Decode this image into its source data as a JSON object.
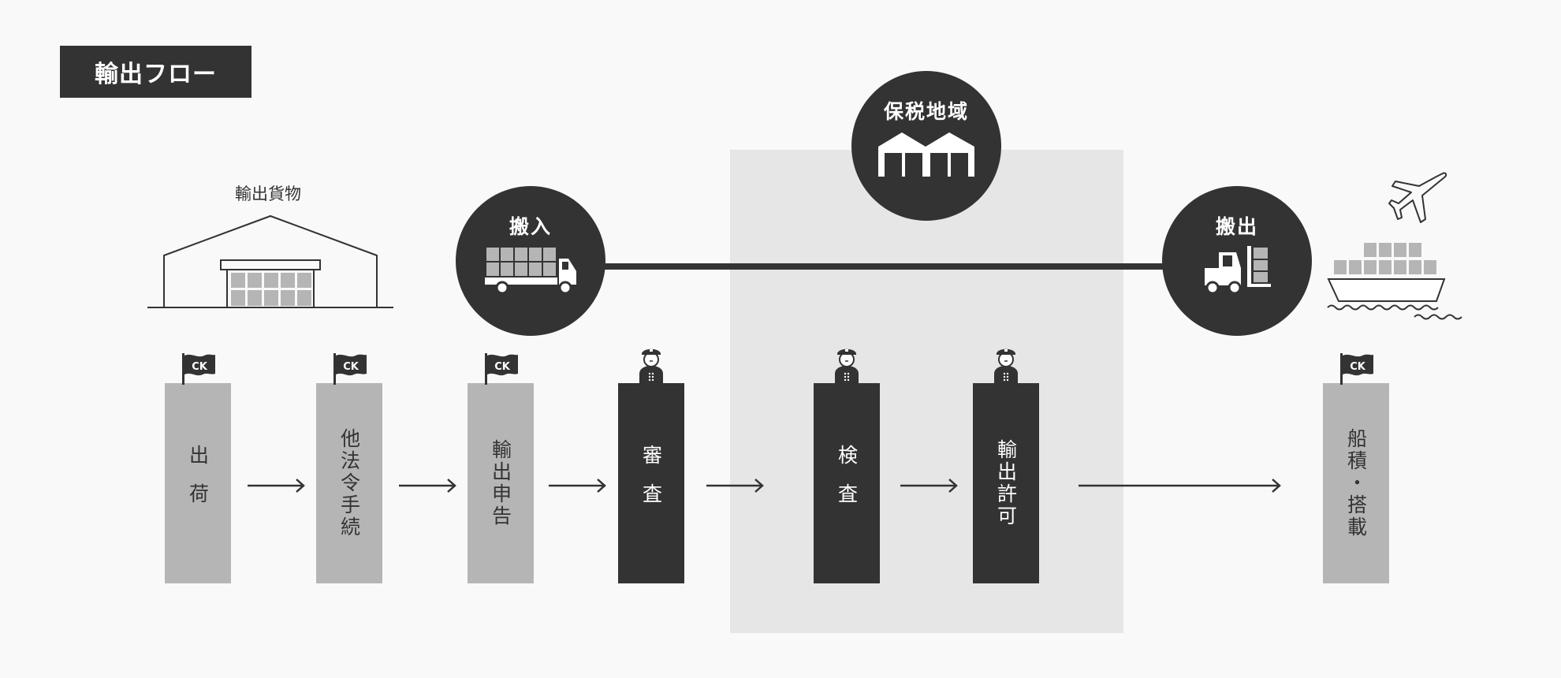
{
  "title": "輸出フロー",
  "warehouse_label": "輸出貨物",
  "circles": {
    "carry_in": "搬入",
    "bonded_area": "保税地域",
    "carry_out": "搬出"
  },
  "flag_text": "CK",
  "steps": [
    {
      "label": "出荷",
      "tone": "light",
      "marker": "flag"
    },
    {
      "label": "他法令手続",
      "tone": "light",
      "marker": "flag"
    },
    {
      "label": "輸出申告",
      "tone": "light",
      "marker": "flag"
    },
    {
      "label": "審査",
      "tone": "dark",
      "marker": "customs-officer"
    },
    {
      "label": "検査",
      "tone": "dark",
      "marker": "customs-officer"
    },
    {
      "label": "輸出許可",
      "tone": "dark",
      "marker": "customs-officer"
    },
    {
      "label": "船積・搭載",
      "tone": "light",
      "marker": "flag"
    }
  ],
  "colors": {
    "dark": "#333333",
    "light": "#b5b5b5",
    "zone": "#e6e6e6",
    "background": "#f9f9f9"
  }
}
